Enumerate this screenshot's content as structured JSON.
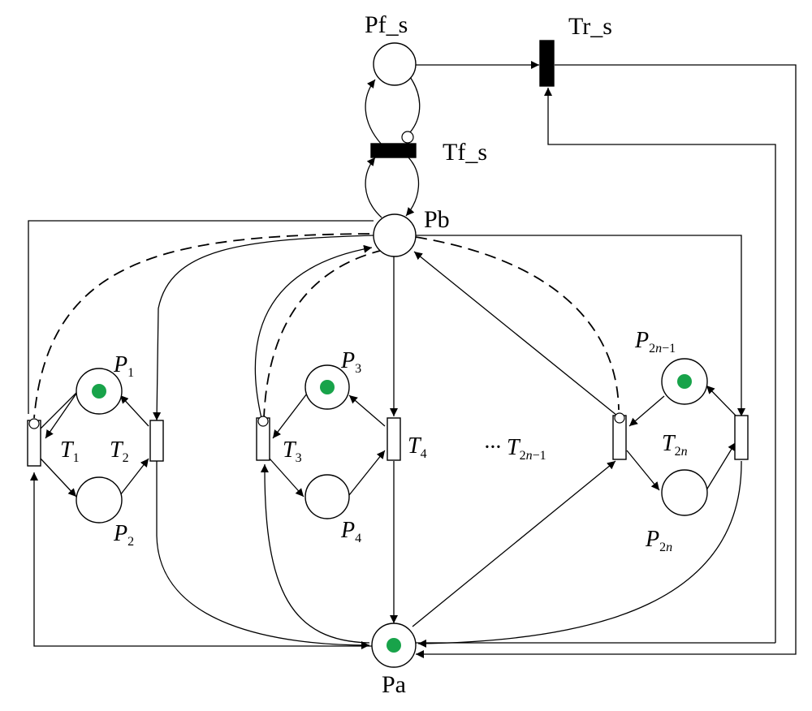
{
  "diagram": {
    "places": {
      "pf_s": "Pf_s",
      "pb": "Pb",
      "pa": "Pa",
      "p1": {
        "base": "P",
        "sub": "1"
      },
      "p2": {
        "base": "P",
        "sub": "2"
      },
      "p3": {
        "base": "P",
        "sub": "3"
      },
      "p4": {
        "base": "P",
        "sub": "4"
      },
      "p2n1": {
        "base": "P",
        "sub_pre": "2",
        "sub_var": "n",
        "sub_post": "−1"
      },
      "p2n": {
        "base": "P",
        "sub_pre": "2",
        "sub_var": "n"
      }
    },
    "transitions": {
      "tr_s": "Tr_s",
      "tf_s": "Tf_s",
      "t1": {
        "base": "T",
        "sub": "1"
      },
      "t2": {
        "base": "T",
        "sub": "2"
      },
      "t3": {
        "base": "T",
        "sub": "3"
      },
      "t4": {
        "base": "T",
        "sub": "4"
      },
      "t2n1": {
        "prefix": "··· ",
        "base": "T",
        "sub_pre": "2",
        "sub_var": "n",
        "sub_post": "−1"
      },
      "t2n": {
        "base": "T",
        "sub_pre": "2",
        "sub_var": "n"
      }
    },
    "token_color": "#18a34a"
  }
}
